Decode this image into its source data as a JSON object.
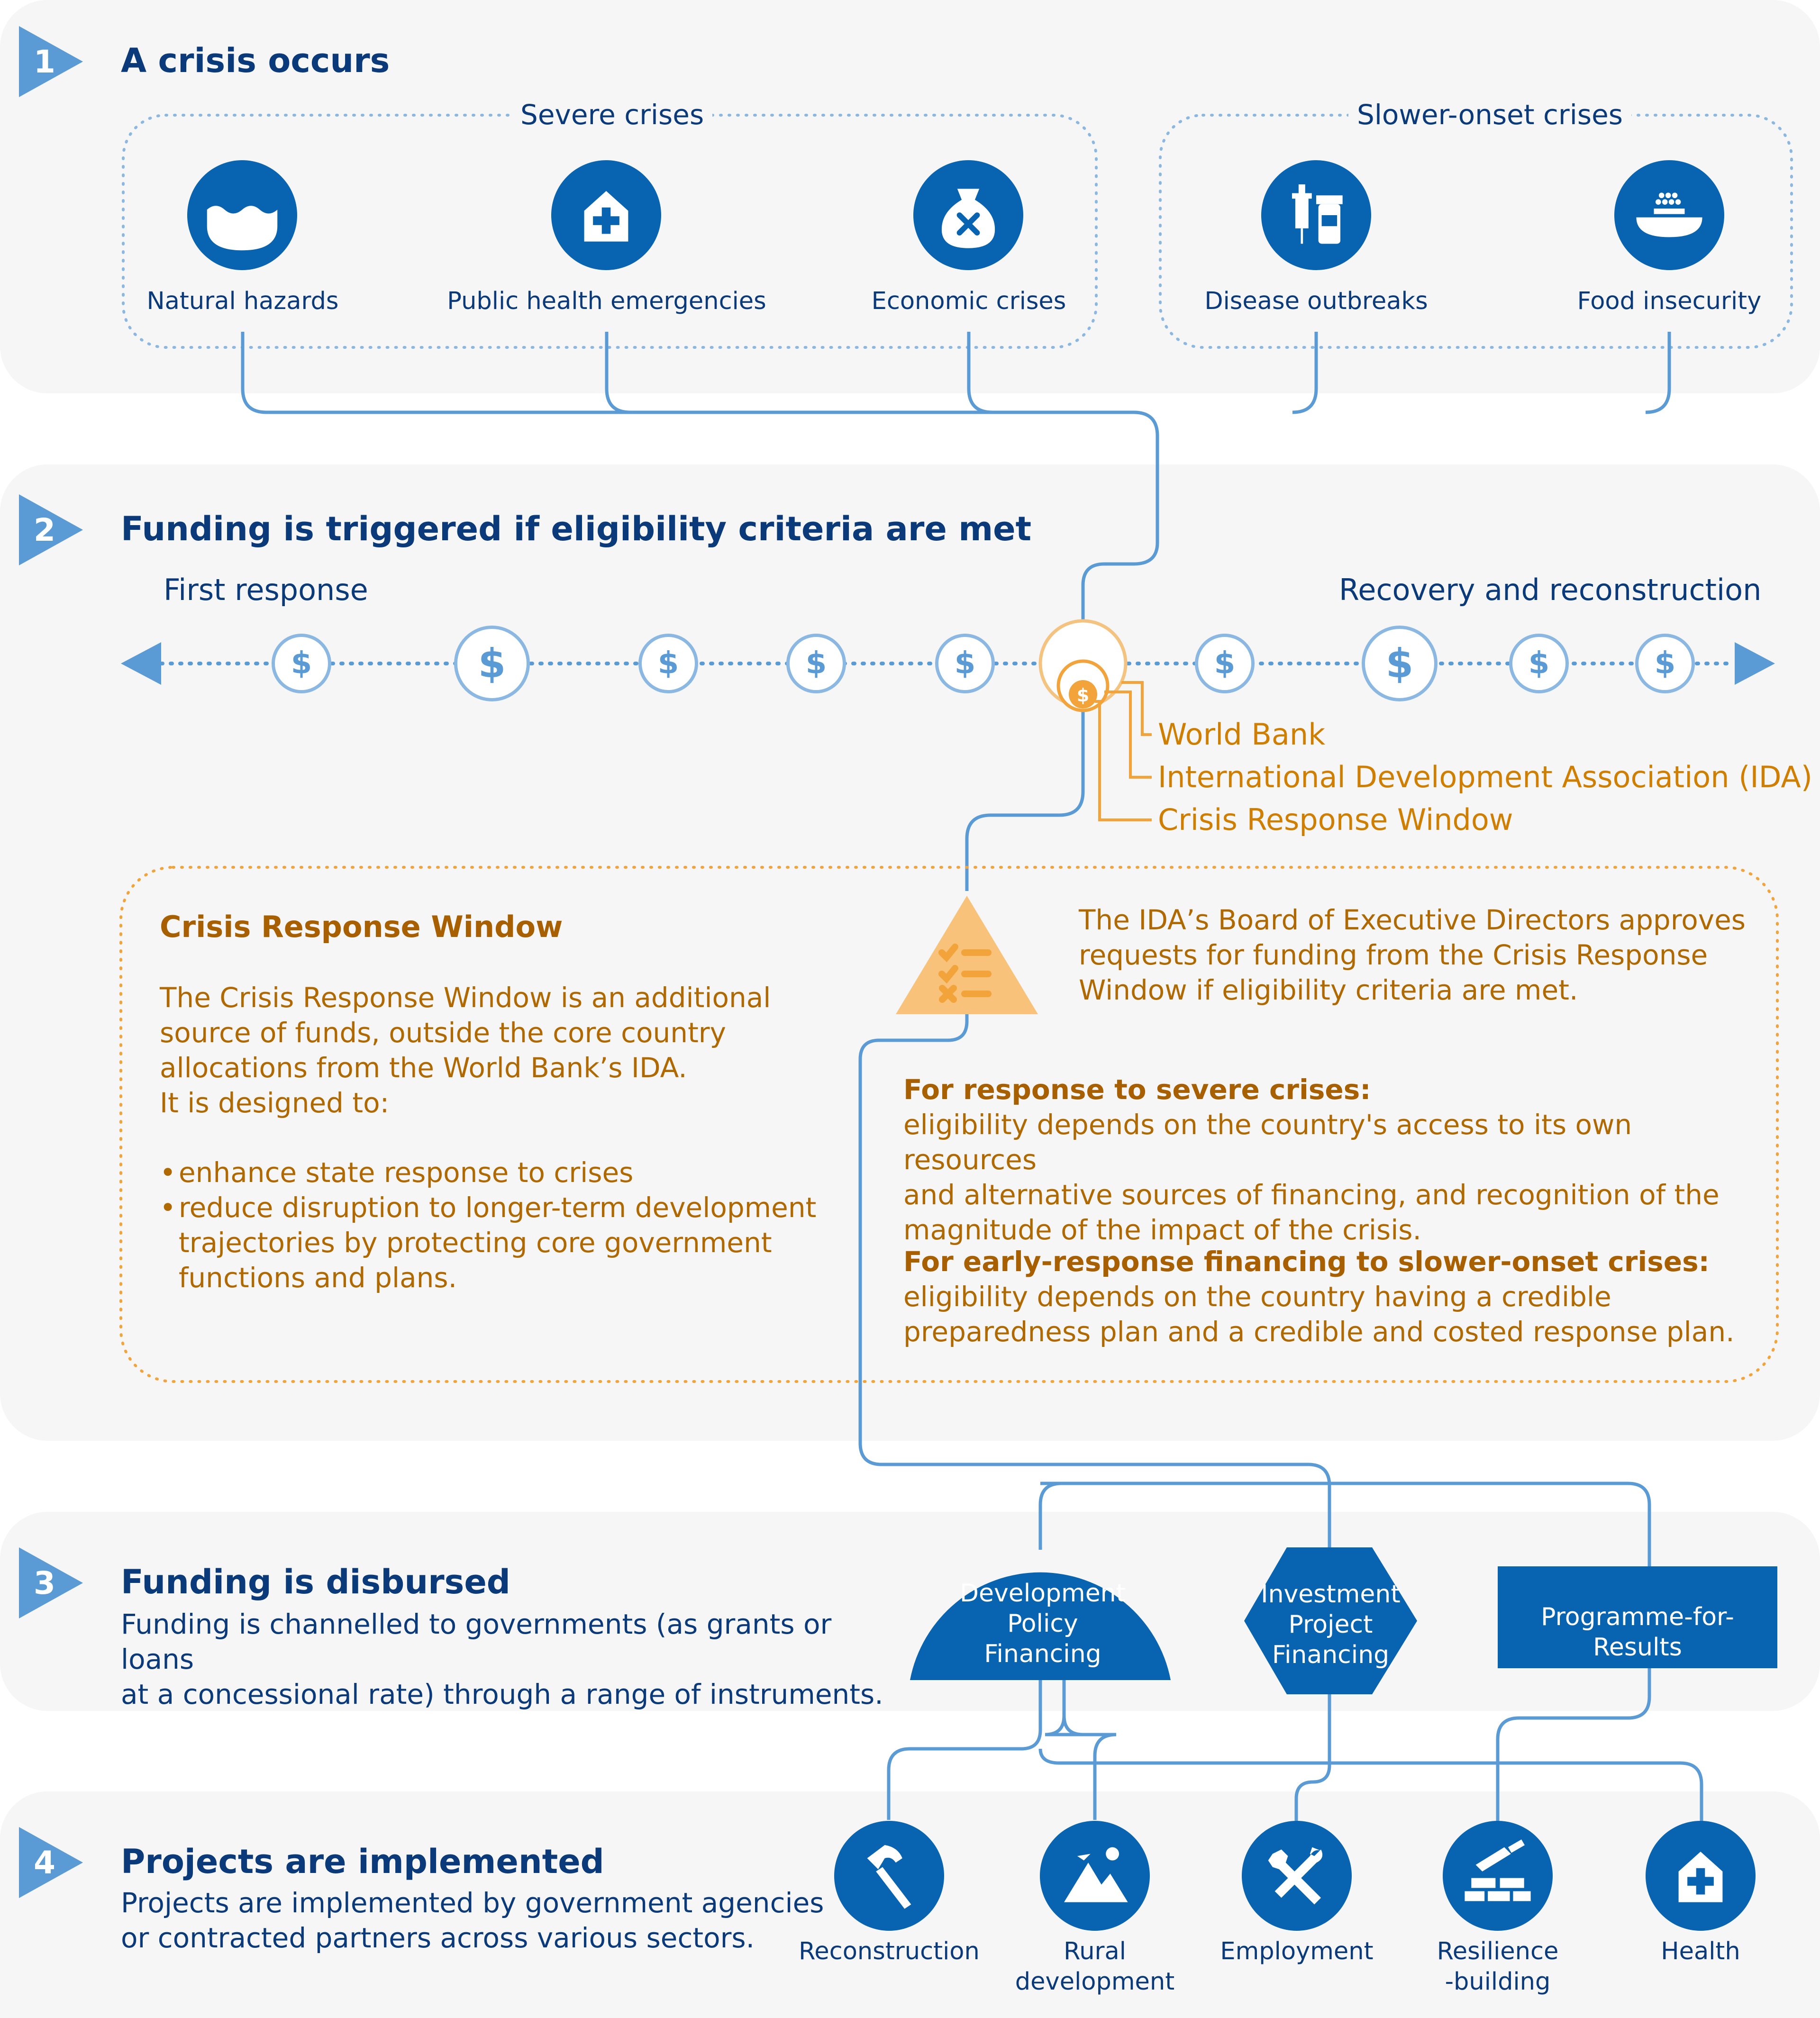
{
  "colors": {
    "dark_blue": "#0863b0",
    "mid_blue": "#5b9bd5",
    "light_blue": "#8ab8e2",
    "orange": "#f2a33a",
    "dark_orange": "#a85f00",
    "panel_bg": "#f6f6f7"
  },
  "step1": {
    "number": "1",
    "title": "A crisis occurs",
    "severe_label": "Severe crises",
    "slower_label": "Slower-onset crises",
    "crises": [
      {
        "label": "Natural hazards",
        "icon": "water-wave-icon"
      },
      {
        "label": "Public health emergencies",
        "icon": "health-house-icon"
      },
      {
        "label": "Economic crises",
        "icon": "money-bag-icon"
      },
      {
        "label": "Disease outbreaks",
        "icon": "syringe-medicine-icon"
      },
      {
        "label": "Food insecurity",
        "icon": "food-bowl-icon"
      }
    ]
  },
  "step2": {
    "number": "2",
    "title": "Funding is triggered if eligibility criteria are met",
    "first_response": "First response",
    "recovery": "Recovery and reconstruction",
    "dollar_symbol": "$",
    "orgs": {
      "world_bank": "World Bank",
      "ida": "International Development Association (IDA)",
      "crw": "Crisis Response Window"
    },
    "crw_box": {
      "title": "Crisis Response Window",
      "intro": "The Crisis Response Window is an additional\nsource of funds, outside the core country\nallocations from the World Bank’s IDA.\nIt is designed to:",
      "bullets": [
        "enhance state response to crises",
        "reduce disruption to longer-term development\ntrajectories by protecting core government\nfunctions and plans."
      ],
      "board_text": "The IDA’s Board of Executive Directors approves\nrequests for funding from the Crisis Response\nWindow if eligibility criteria are met.",
      "severe_heading": "For response to severe crises:",
      "severe_text": "eligibility depends on the country's access to its own resources\nand alternative sources of financing, and recognition of the\nmagnitude of the impact of the crisis.",
      "slower_heading": "For early-response financing to slower-onset crises:",
      "slower_text": "eligibility depends on the country having a credible\npreparedness plan and a credible and costed response plan."
    }
  },
  "step3": {
    "number": "3",
    "title": "Funding is disbursed",
    "text": "Funding is channelled to governments (as grants or loans\nat a concessional rate) through a range of instruments.",
    "instruments": {
      "dpf": "Development\nPolicy\nFinancing",
      "ipf": "Investment\nProject\nFinancing",
      "pforr": "Programme-for-Results"
    }
  },
  "step4": {
    "number": "4",
    "title": "Projects are implemented",
    "text": "Projects are implemented by government agencies\nor contracted partners across various sectors.",
    "sectors": [
      {
        "label": "Reconstruction",
        "icon": "hammer-icon"
      },
      {
        "label": "Rural\ndevelopment",
        "icon": "mountains-icon"
      },
      {
        "label": "Employment",
        "icon": "tools-icon"
      },
      {
        "label": "Resilience\n-building",
        "icon": "trowel-bricks-icon"
      },
      {
        "label": "Health",
        "icon": "health-house-icon"
      }
    ]
  }
}
